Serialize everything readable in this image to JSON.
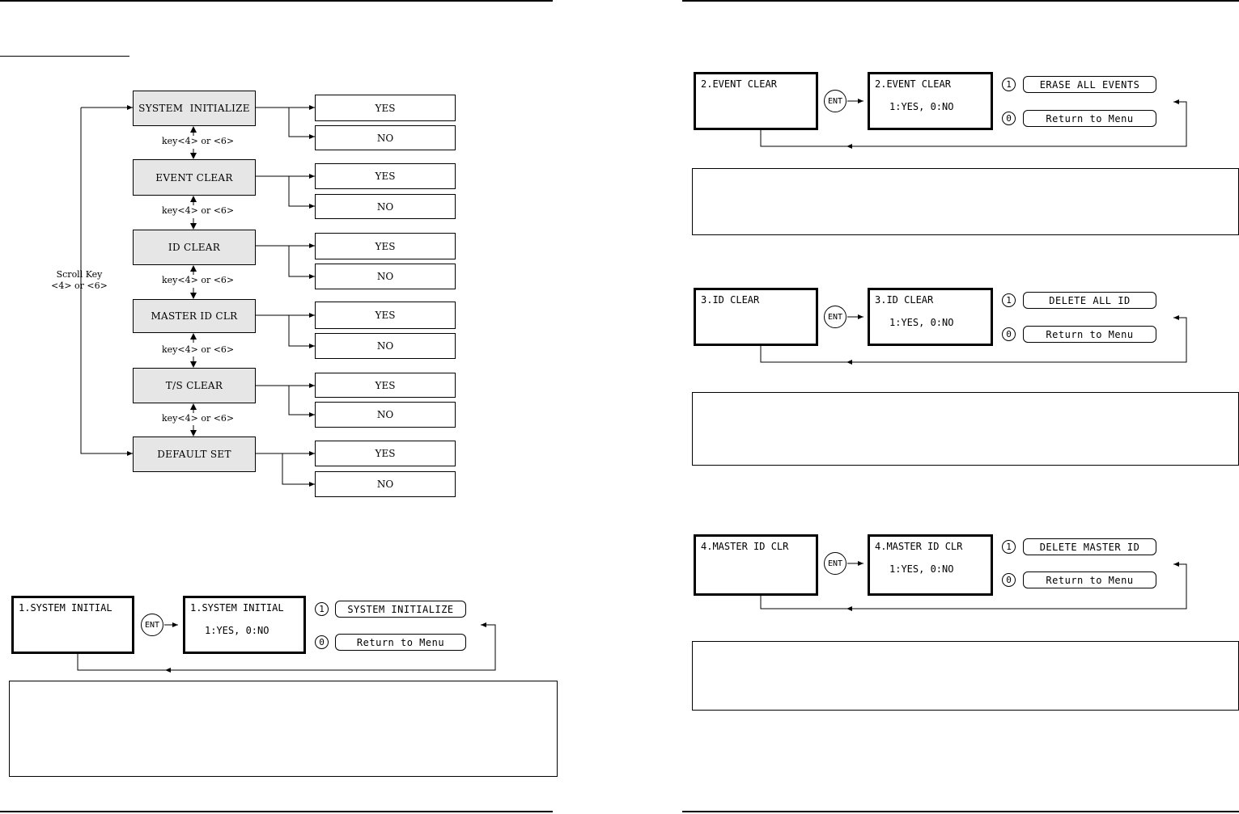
{
  "menu": {
    "items": [
      {
        "label": "SYSTEM  INITIALIZE",
        "yes": "YES",
        "no": "NO"
      },
      {
        "label": "EVENT CLEAR",
        "yes": "YES",
        "no": "NO"
      },
      {
        "label": "ID CLEAR",
        "yes": "YES",
        "no": "NO"
      },
      {
        "label": "MASTER ID CLR",
        "yes": "YES",
        "no": "NO"
      },
      {
        "label": "T/S CLEAR",
        "yes": "YES",
        "no": "NO"
      },
      {
        "label": "DEFAULT SET",
        "yes": "YES",
        "no": "NO"
      }
    ],
    "key_label": "key<4> or <6>",
    "scroll_key_line1": "Scroll Key",
    "scroll_key_line2": "<4> or <6>"
  },
  "screens": [
    {
      "menu_text": "1.SYSTEM INITIAL",
      "confirm_line1": "1.SYSTEM INITIAL",
      "confirm_line2": "1:YES, 0:NO",
      "ent": "ENT",
      "opt1_num": "1",
      "opt1_label": "SYSTEM INITIALIZE",
      "opt0_num": "0",
      "opt0_label": "Return to Menu"
    },
    {
      "menu_text": "2.EVENT CLEAR",
      "confirm_line1": "2.EVENT CLEAR",
      "confirm_line2": "1:YES, 0:NO",
      "ent": "ENT",
      "opt1_num": "1",
      "opt1_label": "ERASE ALL EVENTS",
      "opt0_num": "0",
      "opt0_label": "Return to Menu"
    },
    {
      "menu_text": "3.ID CLEAR",
      "confirm_line1": "3.ID CLEAR",
      "confirm_line2": "1:YES, 0:NO",
      "ent": "ENT",
      "opt1_num": "1",
      "opt1_label": "DELETE ALL ID",
      "opt0_num": "0",
      "opt0_label": "Return to Menu"
    },
    {
      "menu_text": "4.MASTER ID CLR",
      "confirm_line1": "4.MASTER ID CLR",
      "confirm_line2": "1:YES, 0:NO",
      "ent": "ENT",
      "opt1_num": "1",
      "opt1_label": "DELETE MASTER ID",
      "opt0_num": "0",
      "opt0_label": "Return to Menu"
    }
  ]
}
